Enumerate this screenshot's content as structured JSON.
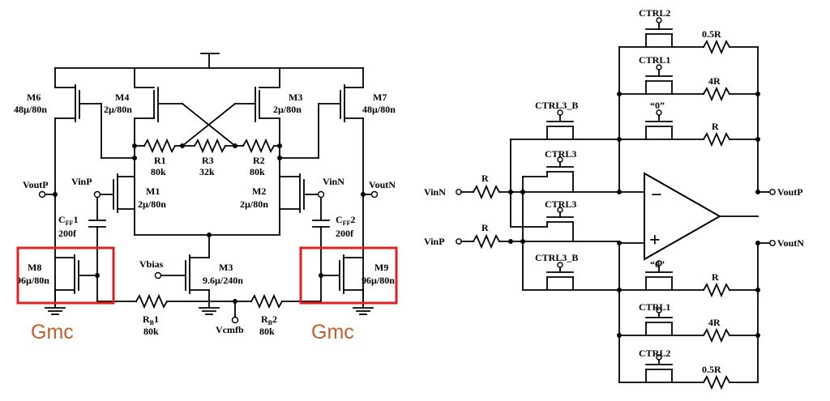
{
  "left": {
    "M6": {
      "name": "M6",
      "size": "48µ/80n"
    },
    "M4": {
      "name": "M4",
      "size": "2µ/80n"
    },
    "M3top": {
      "name": "M3",
      "size": "2µ/80n"
    },
    "M7": {
      "name": "M7",
      "size": "48µ/80n"
    },
    "R1": {
      "name": "R1",
      "value": "80k"
    },
    "R3": {
      "name": "R3",
      "value": "32k"
    },
    "R2": {
      "name": "R2",
      "value": "80k"
    },
    "M1": {
      "name": "M1",
      "size": "2µ/80n"
    },
    "M2": {
      "name": "M2",
      "size": "2µ/80n"
    },
    "VoutP": "VoutP",
    "VinP": "VinP",
    "VinN": "VinN",
    "VoutN": "VoutN",
    "CFF1": {
      "c": "C",
      "sub": "FF",
      "num": "1",
      "value": "200f"
    },
    "CFF2": {
      "c": "C",
      "sub": "FF",
      "num": "2",
      "value": "200f"
    },
    "M8": {
      "name": "M8",
      "size": "96µ/80n"
    },
    "M9": {
      "name": "M9",
      "size": "96µ/80n"
    },
    "Vbias": "Vbias",
    "M3bot": {
      "name": "M3",
      "size": "9.6µ/240n"
    },
    "RB1": {
      "r": "R",
      "sub": "B",
      "num": "1",
      "value": "80k"
    },
    "RB2": {
      "r": "R",
      "sub": "B",
      "num": "2",
      "value": "80k"
    },
    "Vcmfb": "Vcmfb",
    "gmc_left": "Gmc",
    "gmc_right": "Gmc",
    "highlight_color": "#e02020"
  },
  "right": {
    "ctrl2_top": "CTRL2",
    "ctrl1_top": "CTRL1",
    "zero_top": "“0”",
    "r05_top": "0.5R",
    "r4_top": "4R",
    "r_top": "R",
    "ctrl3b_top": "CTRL3_B",
    "ctrl3_upper": "CTRL3",
    "ctrl3_lower": "CTRL3",
    "ctrl3b_bot": "CTRL3_B",
    "zero_bot": "“0”",
    "r_bot": "R",
    "ctrl1_bot": "CTRL1",
    "r4_bot": "4R",
    "ctrl2_bot": "CTRL2",
    "r05_bot": "0.5R",
    "VinN": "VinN",
    "VinP": "VinP",
    "R_inN": "R",
    "R_inP": "R",
    "VoutP": "VoutP",
    "VoutN": "VoutN",
    "minus": "−",
    "plus": "+"
  }
}
